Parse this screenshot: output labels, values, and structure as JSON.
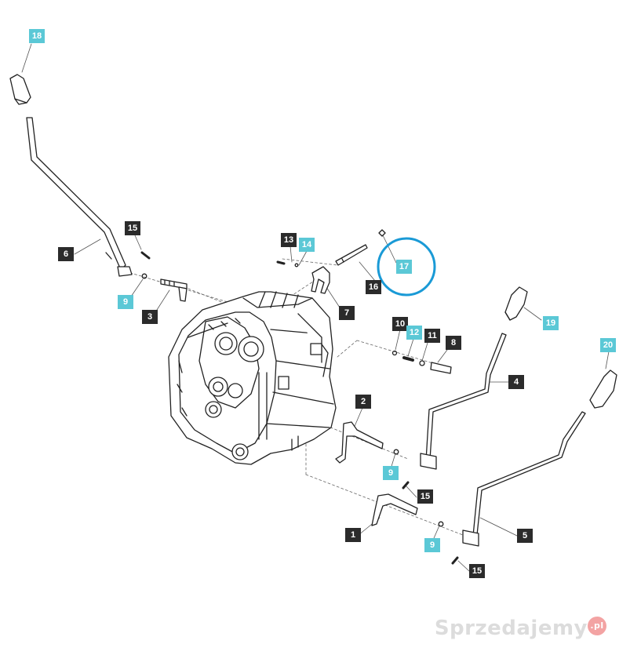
{
  "callouts": [
    {
      "id": "c18",
      "label": "18",
      "style": "cyan"
    },
    {
      "id": "c6",
      "label": "6",
      "style": "dark"
    },
    {
      "id": "c15a",
      "label": "15",
      "style": "dark"
    },
    {
      "id": "c9a",
      "label": "9",
      "style": "cyan"
    },
    {
      "id": "c3",
      "label": "3",
      "style": "dark"
    },
    {
      "id": "c13",
      "label": "13",
      "style": "dark"
    },
    {
      "id": "c14",
      "label": "14",
      "style": "cyan"
    },
    {
      "id": "c16",
      "label": "16",
      "style": "dark"
    },
    {
      "id": "c17",
      "label": "17",
      "style": "cyan"
    },
    {
      "id": "c7",
      "label": "7",
      "style": "dark"
    },
    {
      "id": "c10",
      "label": "10",
      "style": "dark"
    },
    {
      "id": "c12",
      "label": "12",
      "style": "cyan"
    },
    {
      "id": "c11",
      "label": "11",
      "style": "dark"
    },
    {
      "id": "c8",
      "label": "8",
      "style": "dark"
    },
    {
      "id": "c19",
      "label": "19",
      "style": "cyan"
    },
    {
      "id": "c4",
      "label": "4",
      "style": "dark"
    },
    {
      "id": "c20",
      "label": "20",
      "style": "cyan"
    },
    {
      "id": "c2",
      "label": "2",
      "style": "dark"
    },
    {
      "id": "c9b",
      "label": "9",
      "style": "cyan"
    },
    {
      "id": "c15b",
      "label": "15",
      "style": "dark"
    },
    {
      "id": "c1",
      "label": "1",
      "style": "dark"
    },
    {
      "id": "c9c",
      "label": "9",
      "style": "cyan"
    },
    {
      "id": "c5",
      "label": "5",
      "style": "dark"
    },
    {
      "id": "c15c",
      "label": "15",
      "style": "dark"
    }
  ],
  "highlight": {
    "target": "17",
    "color": "#1a9ad6"
  },
  "watermark": {
    "text": "Sprzedajemy",
    "badge": ".pl"
  }
}
